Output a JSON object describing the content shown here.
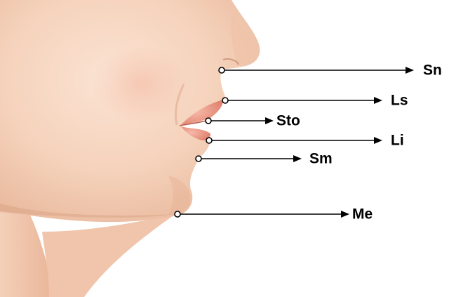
{
  "figure": {
    "subject": "lateral-facial-profile",
    "colors": {
      "skin_light": "#f8dccb",
      "skin_mid": "#f0c7ac",
      "skin_shadow": "#d9a184",
      "lip": "#e98a77",
      "lip_highlight": "#f4b2a2",
      "line": "#000000",
      "marker_fill": "#ffffff"
    }
  },
  "landmarks": [
    {
      "id": "sn",
      "label": "Sn"
    },
    {
      "id": "ls",
      "label": "Ls"
    },
    {
      "id": "sto",
      "label": "Sto"
    },
    {
      "id": "li",
      "label": "Li"
    },
    {
      "id": "sm",
      "label": "Sm"
    },
    {
      "id": "me",
      "label": "Me"
    }
  ]
}
